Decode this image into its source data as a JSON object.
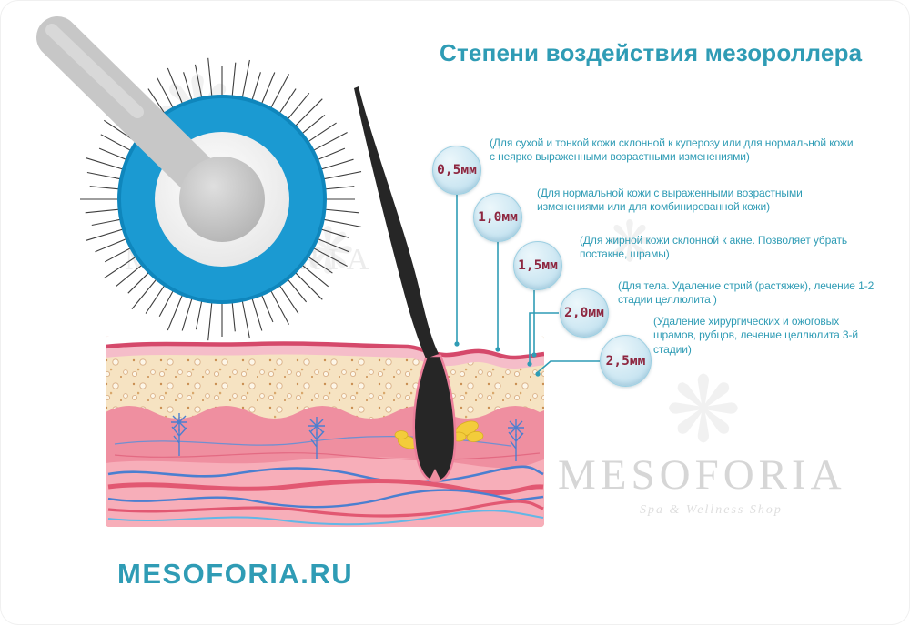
{
  "title": "Степени воздействия мезороллера",
  "levels": [
    {
      "size": "0,5мм",
      "desc": "(Для сухой и тонкой кожи склонной к куперозу или для нормальной кожи с  неярко выраженными возрастными изменениями)"
    },
    {
      "size": "1,0мм",
      "desc": "(Для нормальной кожи с выраженными возрастными изменениями или для комбинированной кожи)"
    },
    {
      "size": "1,5мм",
      "desc": "(Для жирной кожи склонной к акне. Позволяет убрать постакне, шрамы)"
    },
    {
      "size": "2,0мм",
      "desc": "(Для тела. Удаление стрий (растяжек), лечение 1-2 стадии  целлюлита )"
    },
    {
      "size": "2,5мм",
      "desc": "(Удаление хирургических и ожоговых шрамов, рубцов, лечение целлюлита 3-й стадии)"
    }
  ],
  "brand": {
    "site": "MESOFORIA.RU",
    "watermark": "MESOFORIA",
    "watermark_sub": "Spa & Wellness Shop"
  },
  "decor": {
    "ornament_glyph": "❋"
  },
  "colors": {
    "accent": "#2f9cb5",
    "badge_text": "#8e2740",
    "roller_blue": "#1b9ad2",
    "skin_crimson": "#d5496b"
  }
}
